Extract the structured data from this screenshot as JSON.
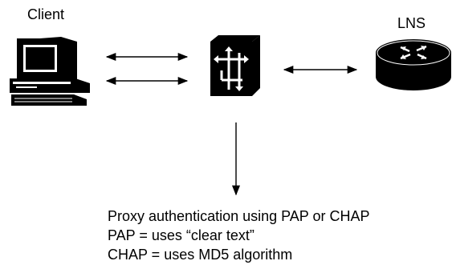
{
  "nodes": {
    "client": {
      "label": "Client",
      "icon": "desktop-computer-icon"
    },
    "switch": {
      "label": "",
      "icon": "multilayer-switch-icon"
    },
    "lns": {
      "label": "LNS",
      "icon": "router-icon"
    }
  },
  "caption": {
    "line1": "Proxy authentication using PAP or CHAP",
    "line2": "PAP = uses “clear text”",
    "line3": "CHAP = uses MD5 algorithm"
  }
}
